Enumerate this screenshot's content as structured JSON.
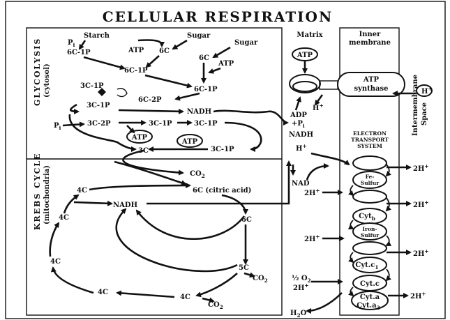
{
  "title": "CELLULAR RESPIRATION",
  "sections": {
    "glycolysis": "GLYCOLYSIS",
    "glycolysis_sub": "(cytosol)",
    "krebs": "KREBS CYCLE",
    "krebs_sub": "(mitochondria)",
    "matrix": "Matrix",
    "inner_membrane": "Inner membrane",
    "intermembrane": "Intermembrane Space"
  },
  "glycolysis": {
    "p1": "P",
    "p1_sub": "i",
    "starch": "Starch",
    "sugar_a": "Sugar",
    "sugar_b": "Sugar",
    "c6_1p_a": "6C-1P",
    "c6": "6C",
    "atp_a": "ATP",
    "c6_b": "6C",
    "atp_b": "ATP",
    "c6_1p_b": "6C-1P",
    "c6_1p_c": "6C-1P",
    "c3_1p_a": "3C-1P",
    "c6_2p": "6C-2P",
    "c3_1p_b": "3C-1P",
    "nadh_a": "NADH",
    "p_i2": "P",
    "p_i2_sub": "i",
    "c3_2p": "3C-2P",
    "c3_1p_c": "3C-1P",
    "c3_1p_d": "3C-1P",
    "atp_oval_a": "ATP",
    "atp_oval_b": "ATP",
    "c3": "3C",
    "c3_1p_e": "3C-1P"
  },
  "krebs": {
    "co2_a": "CO",
    "co2_a_sub": "2",
    "c4_a": "4C",
    "c6_citric": "6C (citric acid)",
    "c4_b": "4C",
    "nadh": "NADH",
    "c6_b": "6C",
    "c4_c": "4C",
    "c5": "5C",
    "co2_b": "CO",
    "co2_b_sub": "2",
    "c4_d": "4C",
    "c4_e": "4C",
    "co2_c": "CO",
    "co2_c_sub": "2"
  },
  "matrix": {
    "atp": "ATP",
    "h_plus_a": "H",
    "adp": "ADP",
    "p_i": "+P",
    "p_i_sub": "i",
    "nadh": "NADH",
    "h_plus_b": "H",
    "nad": "NAD",
    "h_plus_c": "2H",
    "h_plus_d": "2H",
    "half_o2": "½ O",
    "half_o2_sub": "2",
    "h_plus_e": "2H",
    "h2o": "H",
    "h2o_mid": "2",
    "h2o_end": "O"
  },
  "membrane": {
    "atp_synthase_1": "ATP",
    "atp_synthase_2": "synthase",
    "ets_1": "ELECTRON",
    "ets_2": "TRANSPORT",
    "ets_3": "SYSTEM",
    "fe_sulfur_1": "Fe-",
    "fe_sulfur_2": "Sulfur",
    "cyt_b": "Cyt",
    "cyt_b_sub": "b",
    "iron_sulfur_1": "Iron-",
    "iron_sulfur_2": "Sulfur",
    "cyt_c1": "Cyt.c",
    "cyt_c1_sub": "1",
    "cyt_c": "Cyt.c",
    "cyt_a": "Cyt.a",
    "cyt_a3": "Cyt.a",
    "cyt_a3_sub": "3"
  },
  "intermembrane": {
    "h_plus": "H",
    "out_1": "2H",
    "out_2": "2H",
    "out_3": "2H",
    "out_4": "2H",
    "plus": "+"
  }
}
